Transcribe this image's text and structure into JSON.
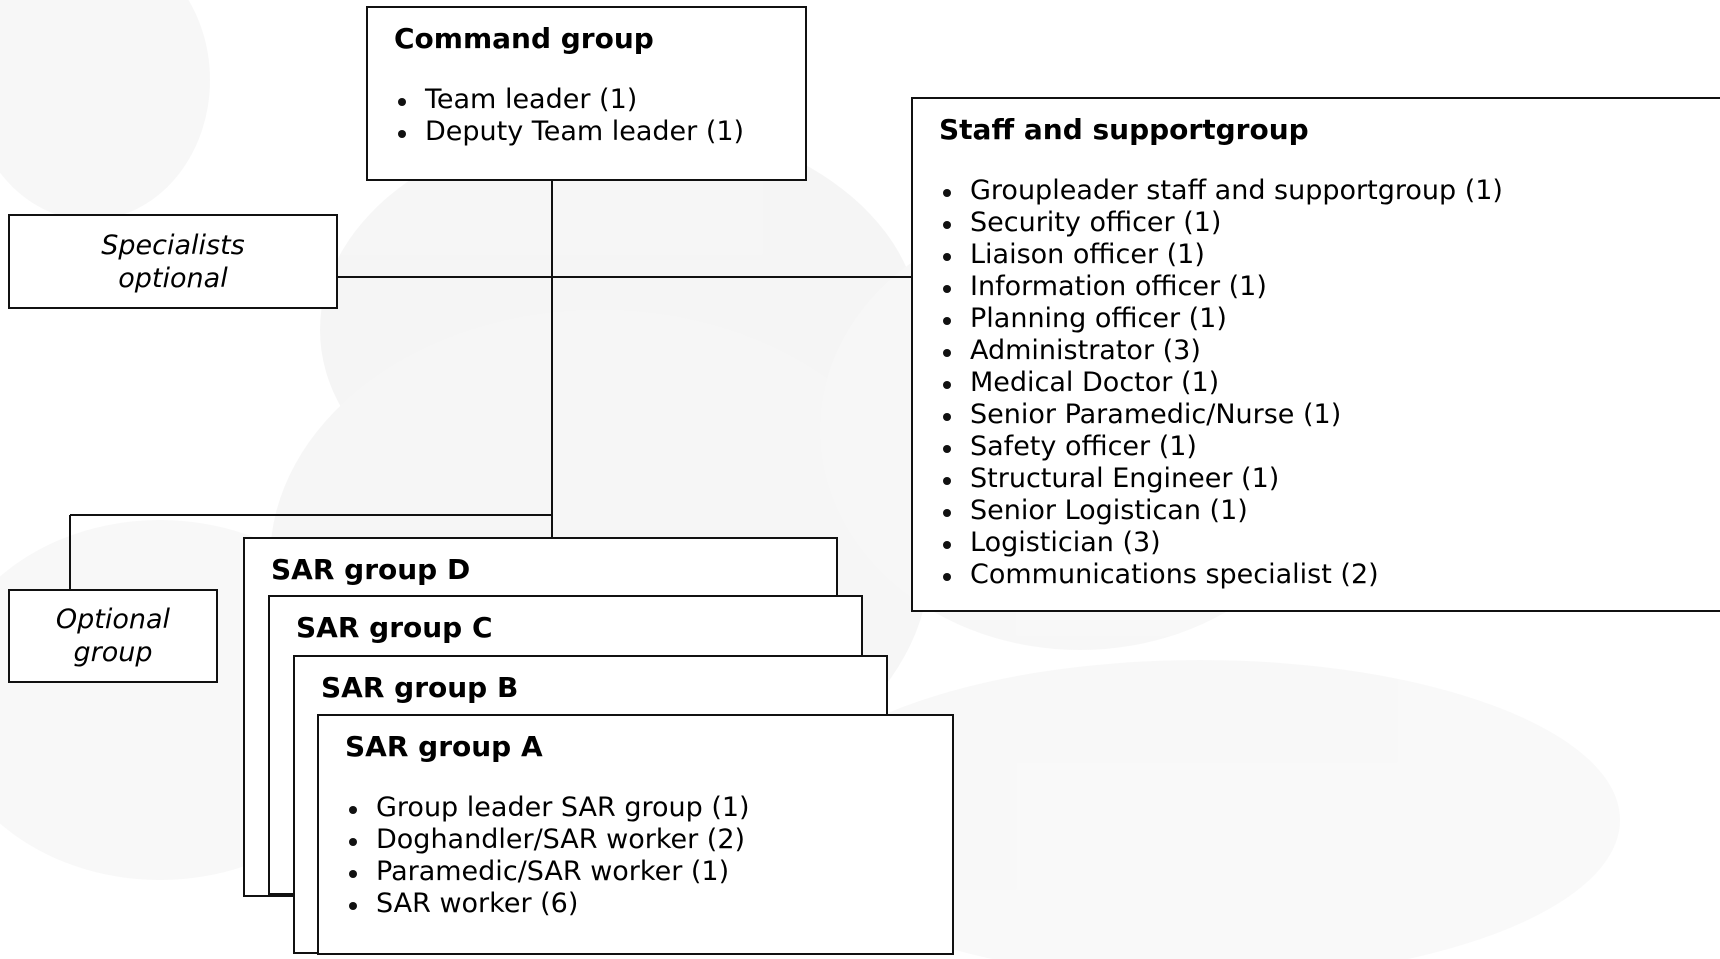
{
  "command_group": {
    "title": "Command group",
    "items": [
      "Team leader (1)",
      "Deputy Team leader (1)"
    ]
  },
  "staff_group": {
    "title": "Staff and supportgroup",
    "items": [
      "Groupleader staff and supportgroup (1)",
      "Security officer (1)",
      "Liaison officer (1)",
      "Information officer (1)",
      "Planning officer (1)",
      "Administrator (3)",
      "Medical Doctor (1)",
      "Senior Paramedic/Nurse (1)",
      "Safety officer (1)",
      "Structural Engineer (1)",
      "Senior Logistican (1)",
      "Logistician (3)",
      "Communications specialist (2)"
    ]
  },
  "specialists": {
    "line1": "Specialists",
    "line2": "optional"
  },
  "optional_group": {
    "line1": "Optional",
    "line2": "group"
  },
  "sar_groups": {
    "d": {
      "title": "SAR group D"
    },
    "c": {
      "title": "SAR group C"
    },
    "b": {
      "title": "SAR group B"
    },
    "a": {
      "title": "SAR group A",
      "items": [
        "Group leader SAR group (1)",
        "Doghandler/SAR worker (2)",
        "Paramedic/SAR worker (1)",
        "SAR worker (6)"
      ]
    }
  },
  "colors": {
    "line": "#111111",
    "background_art": "#e4e4e4"
  }
}
